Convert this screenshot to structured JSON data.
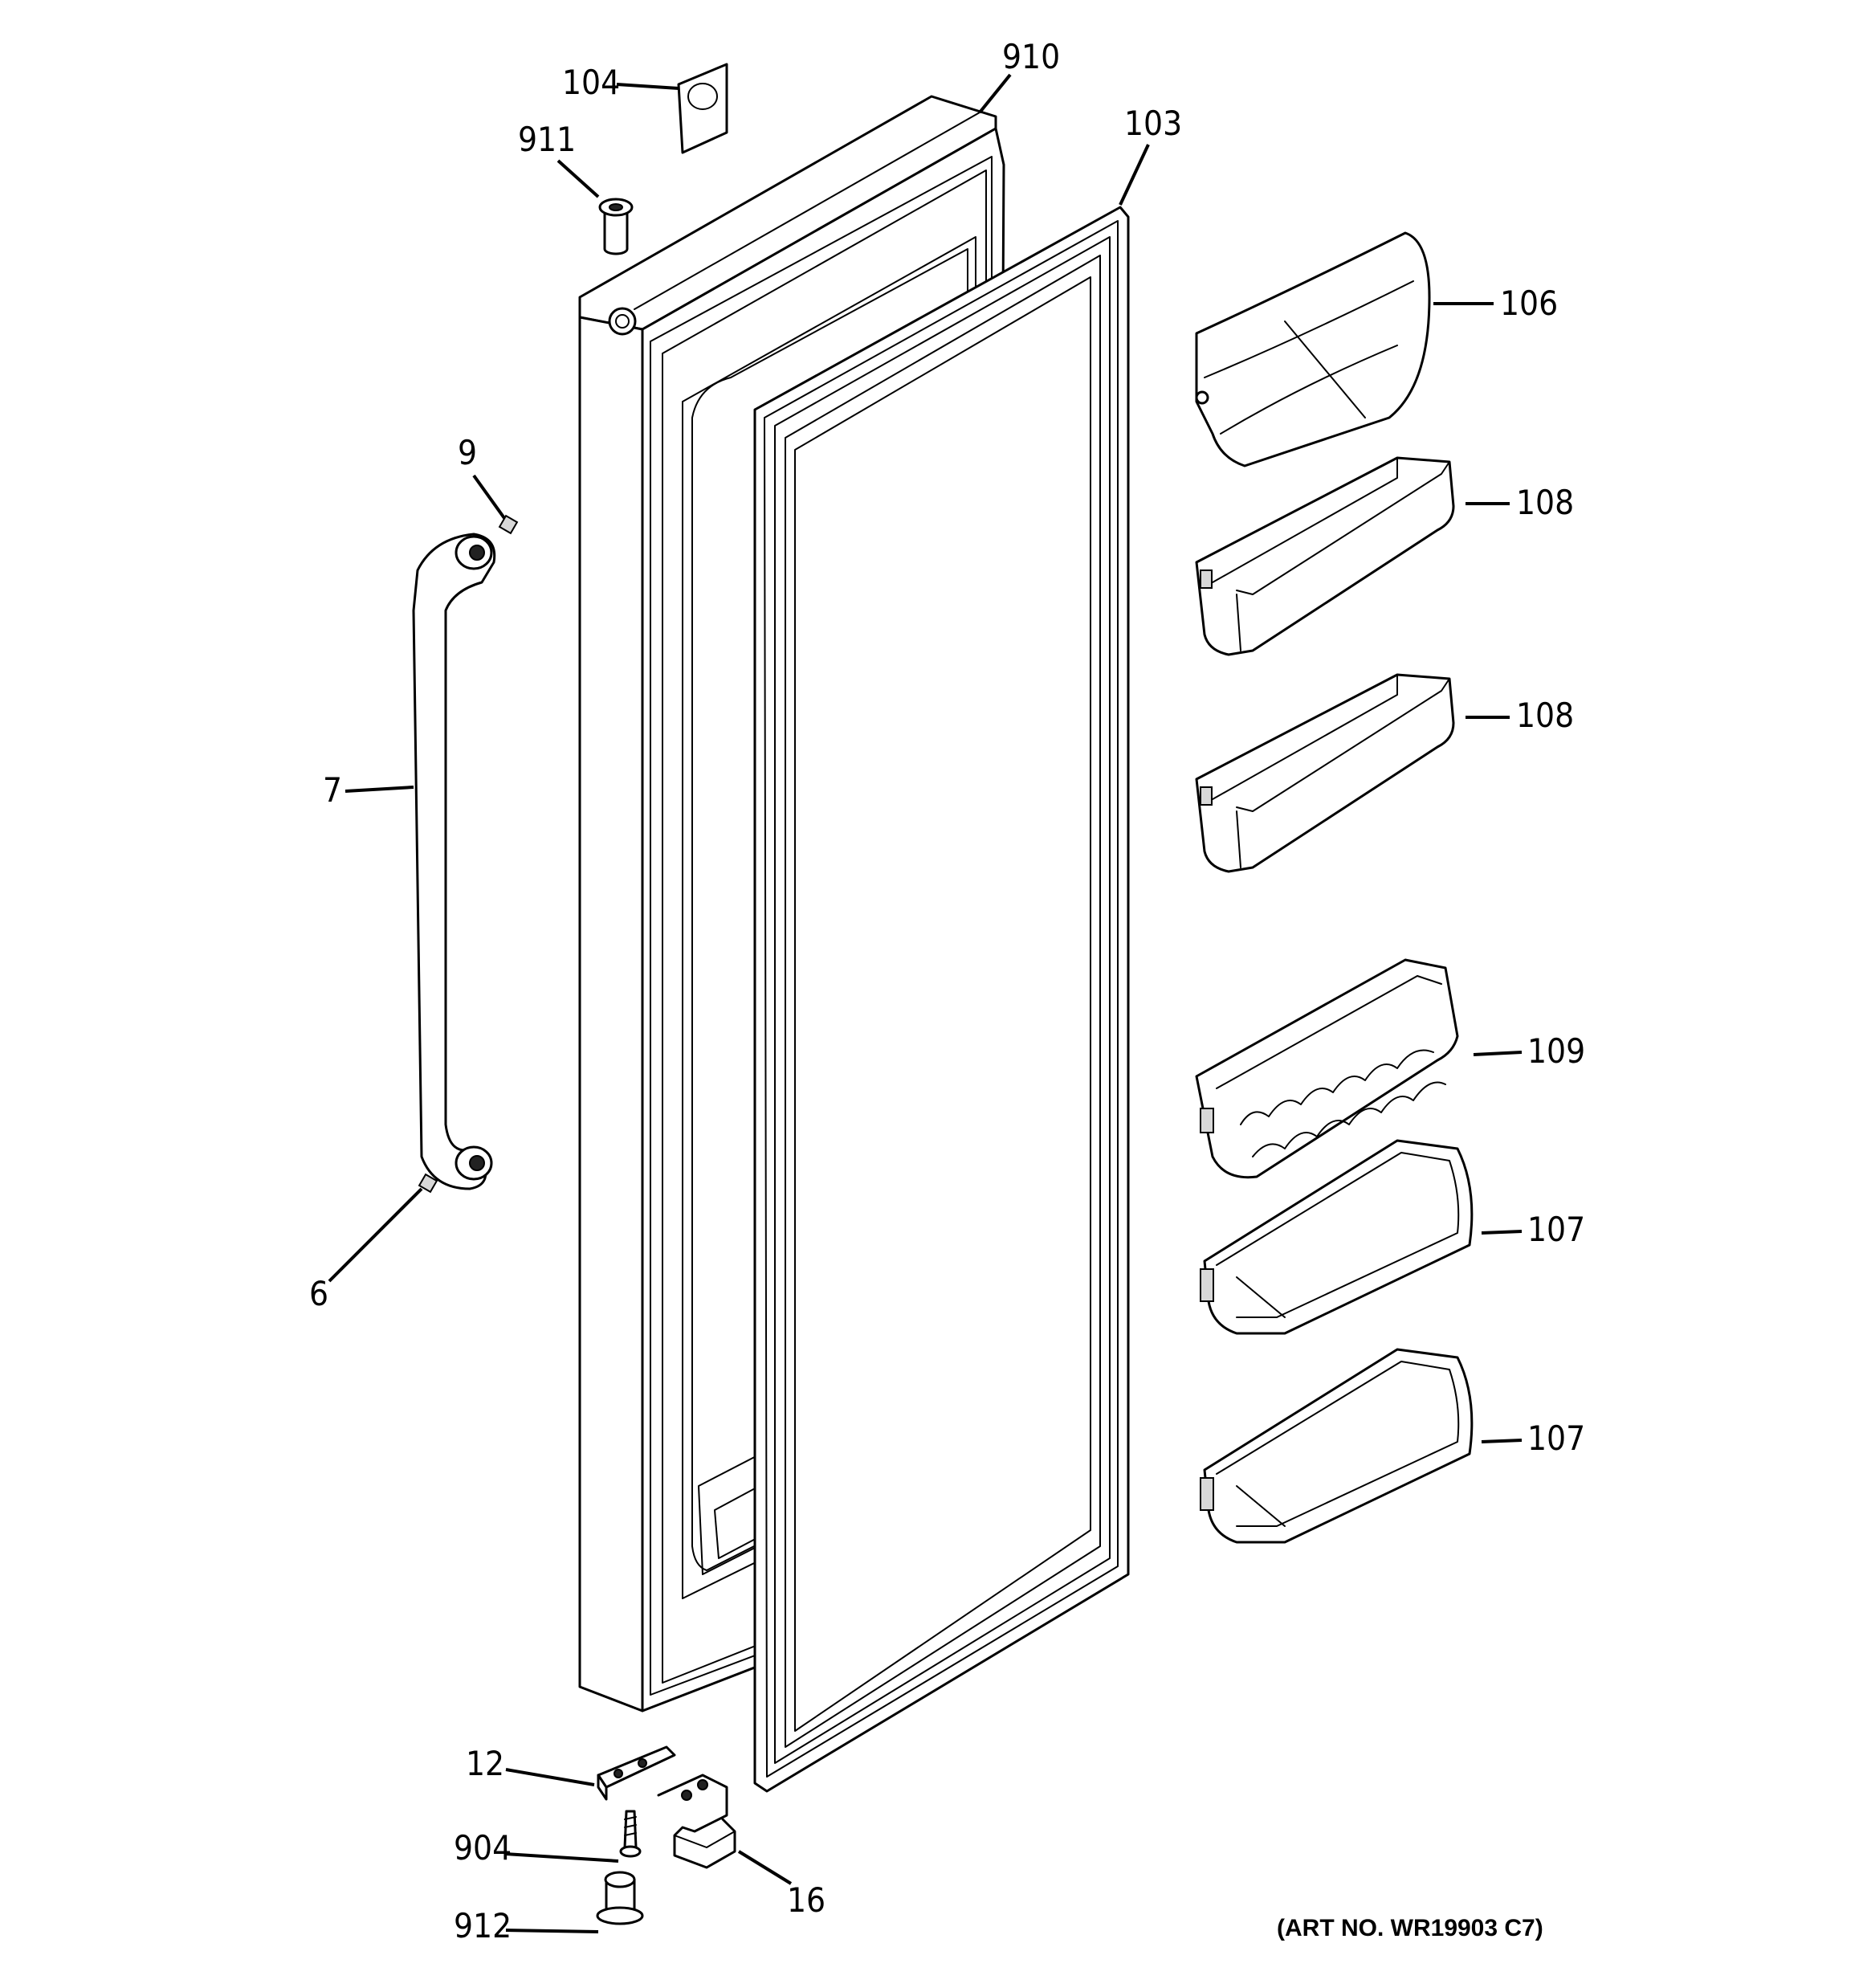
{
  "diagram": {
    "art_number": "(ART NO. WR19903 C7)",
    "callouts": [
      {
        "id": "104",
        "label": "104"
      },
      {
        "id": "910",
        "label": "910"
      },
      {
        "id": "911",
        "label": "911"
      },
      {
        "id": "103",
        "label": "103"
      },
      {
        "id": "106",
        "label": "106"
      },
      {
        "id": "9",
        "label": "9"
      },
      {
        "id": "108a",
        "label": "108"
      },
      {
        "id": "108b",
        "label": "108"
      },
      {
        "id": "7",
        "label": "7"
      },
      {
        "id": "109",
        "label": "109"
      },
      {
        "id": "107a",
        "label": "107"
      },
      {
        "id": "6",
        "label": "6"
      },
      {
        "id": "107b",
        "label": "107"
      },
      {
        "id": "12",
        "label": "12"
      },
      {
        "id": "904",
        "label": "904"
      },
      {
        "id": "16",
        "label": "16"
      },
      {
        "id": "912",
        "label": "912"
      }
    ]
  }
}
